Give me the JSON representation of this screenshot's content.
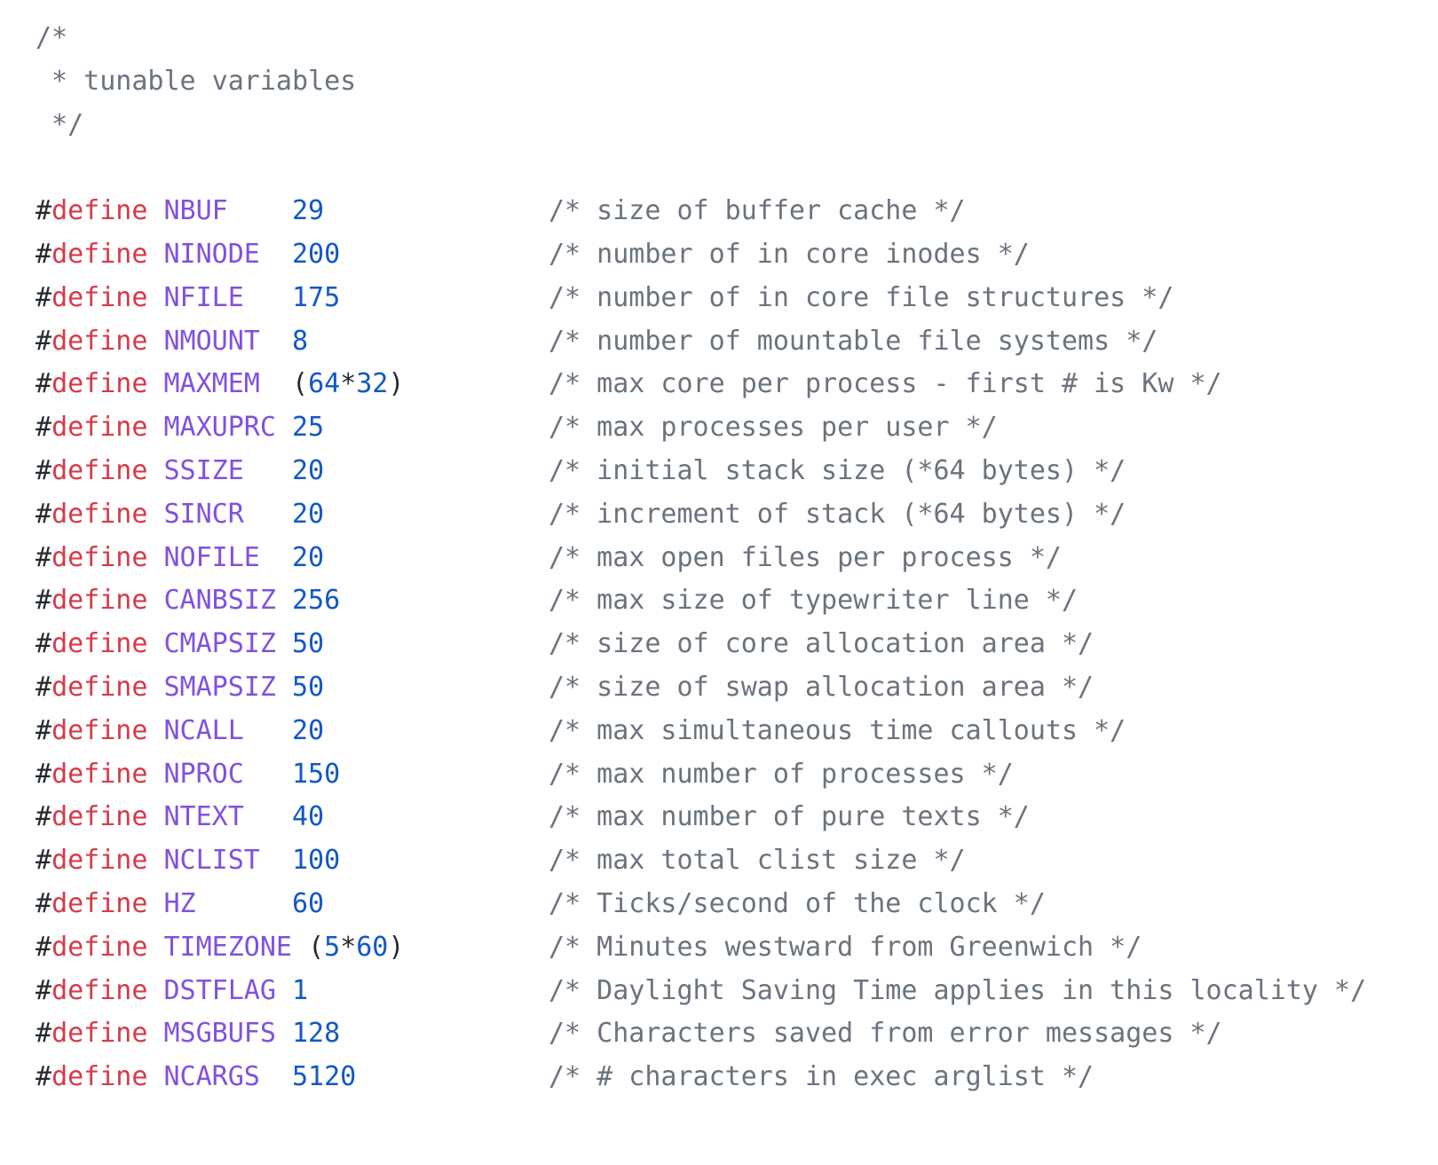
{
  "colors": {
    "background": "#ffffff",
    "text": "#24292e",
    "keyword_red": "#d73a49",
    "macro_name_purple": "#8250df",
    "number_blue": "#1158c7",
    "comment_gray": "#6a737d"
  },
  "code": {
    "language": "c",
    "directive": "#define",
    "header_comment": [
      "/*",
      " * tunable variables",
      " */"
    ],
    "defines": [
      {
        "name": "NBUF",
        "value": "29",
        "comment": "/* size of buffer cache */"
      },
      {
        "name": "NINODE",
        "value": "200",
        "comment": "/* number of in core inodes */"
      },
      {
        "name": "NFILE",
        "value": "175",
        "comment": "/* number of in core file structures */"
      },
      {
        "name": "NMOUNT",
        "value": "8",
        "comment": "/* number of mountable file systems */"
      },
      {
        "name": "MAXMEM",
        "value": "(64*32)",
        "comment": "/* max core per process - first # is Kw */"
      },
      {
        "name": "MAXUPRC",
        "value": "25",
        "comment": "/* max processes per user */"
      },
      {
        "name": "SSIZE",
        "value": "20",
        "comment": "/* initial stack size (*64 bytes) */"
      },
      {
        "name": "SINCR",
        "value": "20",
        "comment": "/* increment of stack (*64 bytes) */"
      },
      {
        "name": "NOFILE",
        "value": "20",
        "comment": "/* max open files per process */"
      },
      {
        "name": "CANBSIZ",
        "value": "256",
        "comment": "/* max size of typewriter line */"
      },
      {
        "name": "CMAPSIZ",
        "value": "50",
        "comment": "/* size of core allocation area */"
      },
      {
        "name": "SMAPSIZ",
        "value": "50",
        "comment": "/* size of swap allocation area */"
      },
      {
        "name": "NCALL",
        "value": "20",
        "comment": "/* max simultaneous time callouts */"
      },
      {
        "name": "NPROC",
        "value": "150",
        "comment": "/* max number of processes */"
      },
      {
        "name": "NTEXT",
        "value": "40",
        "comment": "/* max number of pure texts */"
      },
      {
        "name": "NCLIST",
        "value": "100",
        "comment": "/* max total clist size */"
      },
      {
        "name": "HZ",
        "value": "60",
        "comment": "/* Ticks/second of the clock */"
      },
      {
        "name": "TIMEZONE",
        "value": "(5*60)",
        "comment": "/* Minutes westward from Greenwich */"
      },
      {
        "name": "DSTFLAG",
        "value": "1",
        "comment": "/* Daylight Saving Time applies in this locality */"
      },
      {
        "name": "MSGBUFS",
        "value": "128",
        "comment": "/* Characters saved from error messages */"
      },
      {
        "name": "NCARGS",
        "value": "5120",
        "comment": "/* # characters in exec arglist */"
      }
    ]
  }
}
